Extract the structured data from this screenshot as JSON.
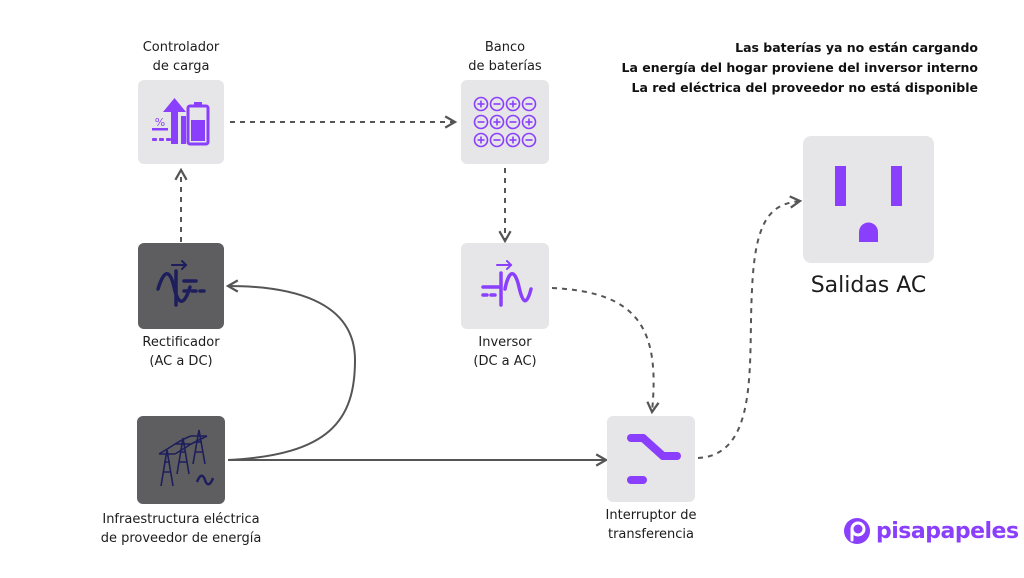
{
  "status_messages": [
    "Las baterías ya no están cargando",
    "La energía del hogar proviene del inversor interno",
    "La red eléctrica del proveedor no está disponible"
  ],
  "nodes": {
    "charge_controller": {
      "line1": "Controlador",
      "line2": "de carga",
      "icon": "charge-controller-icon"
    },
    "battery_bank": {
      "line1": "Banco",
      "line2": "de baterías",
      "icon": "battery-bank-icon"
    },
    "rectifier": {
      "line1": "Rectificador",
      "line2": "(AC a DC)",
      "icon": "rectifier-icon"
    },
    "inverter": {
      "line1": "Inversor",
      "line2": "(DC a AC)",
      "icon": "inverter-icon"
    },
    "grid": {
      "line1": "Infraestructura eléctrica",
      "line2": "de proveedor de energía",
      "icon": "power-tower-icon"
    },
    "transfer_switch": {
      "line1": "Interruptor de",
      "line2": "transferencia",
      "icon": "switch-icon"
    },
    "ac_outlets": {
      "label": "Salidas AC",
      "icon": "ac-outlet-icon"
    }
  },
  "icon_text": {
    "percent": "%"
  },
  "brand": {
    "name": "pisapapeles",
    "icon": "pisapapeles-logo-icon"
  },
  "colors": {
    "accent": "#8a3ffc",
    "dark_icon": "#1e1e5c",
    "node_light": "#e6e6e8",
    "node_dark": "#5e5e60",
    "connector": "#555555"
  }
}
